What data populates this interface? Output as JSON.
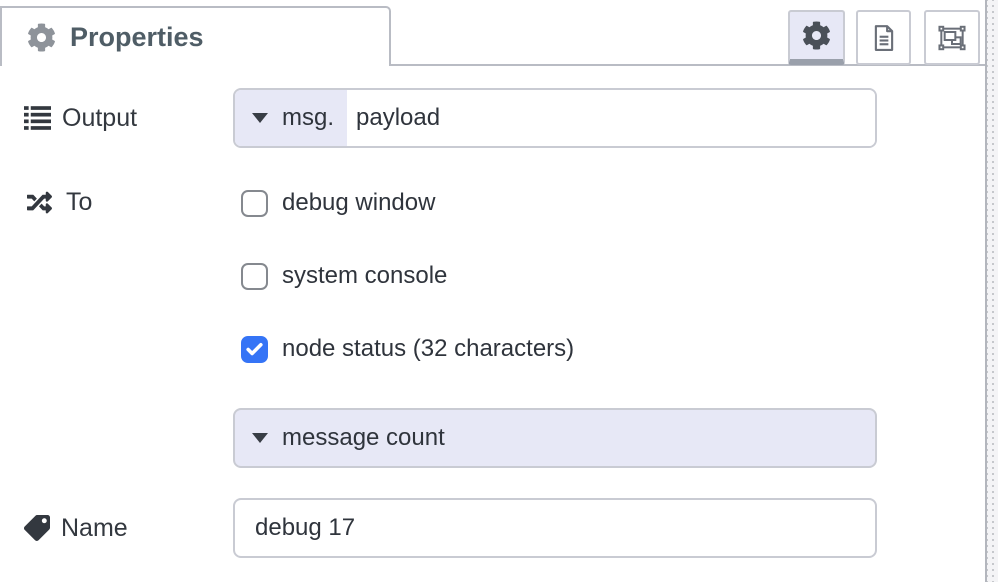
{
  "header": {
    "tab_label": "Properties",
    "toolbar": [
      {
        "id": "properties",
        "icon": "gear-icon",
        "active": true
      },
      {
        "id": "description",
        "icon": "file-icon",
        "active": false
      },
      {
        "id": "appearance",
        "icon": "appearance-icon",
        "active": false
      }
    ]
  },
  "form": {
    "output": {
      "label": "Output",
      "type_prefix": "msg.",
      "value": "payload"
    },
    "to": {
      "label": "To",
      "options": [
        {
          "label": "debug window",
          "checked": false
        },
        {
          "label": "system console",
          "checked": false
        },
        {
          "label": "node status (32 characters)",
          "checked": true
        }
      ]
    },
    "status": {
      "value": "message count"
    },
    "name": {
      "label": "Name",
      "value": "debug 17"
    }
  },
  "colors": {
    "accent_checkbox": "#3574f6",
    "typed_input_bg": "#e7e8f6",
    "control_border": "#c9cbd3",
    "tab_border": "#b9bcc4",
    "text": "#2f343c",
    "header_text": "#4f5d66"
  }
}
